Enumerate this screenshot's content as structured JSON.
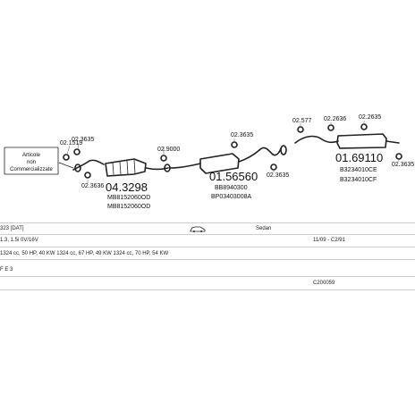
{
  "diagram": {
    "note_lines": [
      "Articole",
      "non",
      "Commercializzate"
    ],
    "part_labels": {
      "p1": "02.1519",
      "p2": "02.3635",
      "p3": "02.3636",
      "cat_main": "04.3298",
      "cat_sub1": "MB8152060OD",
      "cat_sub2": "MB8152060OD",
      "p4": "02.9000",
      "mid_main": "01.56560",
      "mid_sub1": "BB8940300",
      "mid_sub2": "BP03403008A",
      "p5": "02.3635",
      "p6": "02.3635",
      "p7": "02.577",
      "p8": "02.2636",
      "p9": "02.2635",
      "rear_main": "01.69110",
      "rear_sub1": "B3234010CE",
      "rear_sub2": "B3234010CF",
      "p10": "02.3635"
    }
  },
  "info": {
    "model": "323 [DAT]",
    "body": "Sedan",
    "engine": "1.3, 1.5i 0V/16V",
    "dates": "11/09 - C2/91",
    "specs": "1324 cc, 50 HP, 40 KW 1324 cc, 67 HP, 49 KW 1324 cc, 70 HP, 54 KW",
    "extra": "F E 3",
    "code": "C200059"
  }
}
